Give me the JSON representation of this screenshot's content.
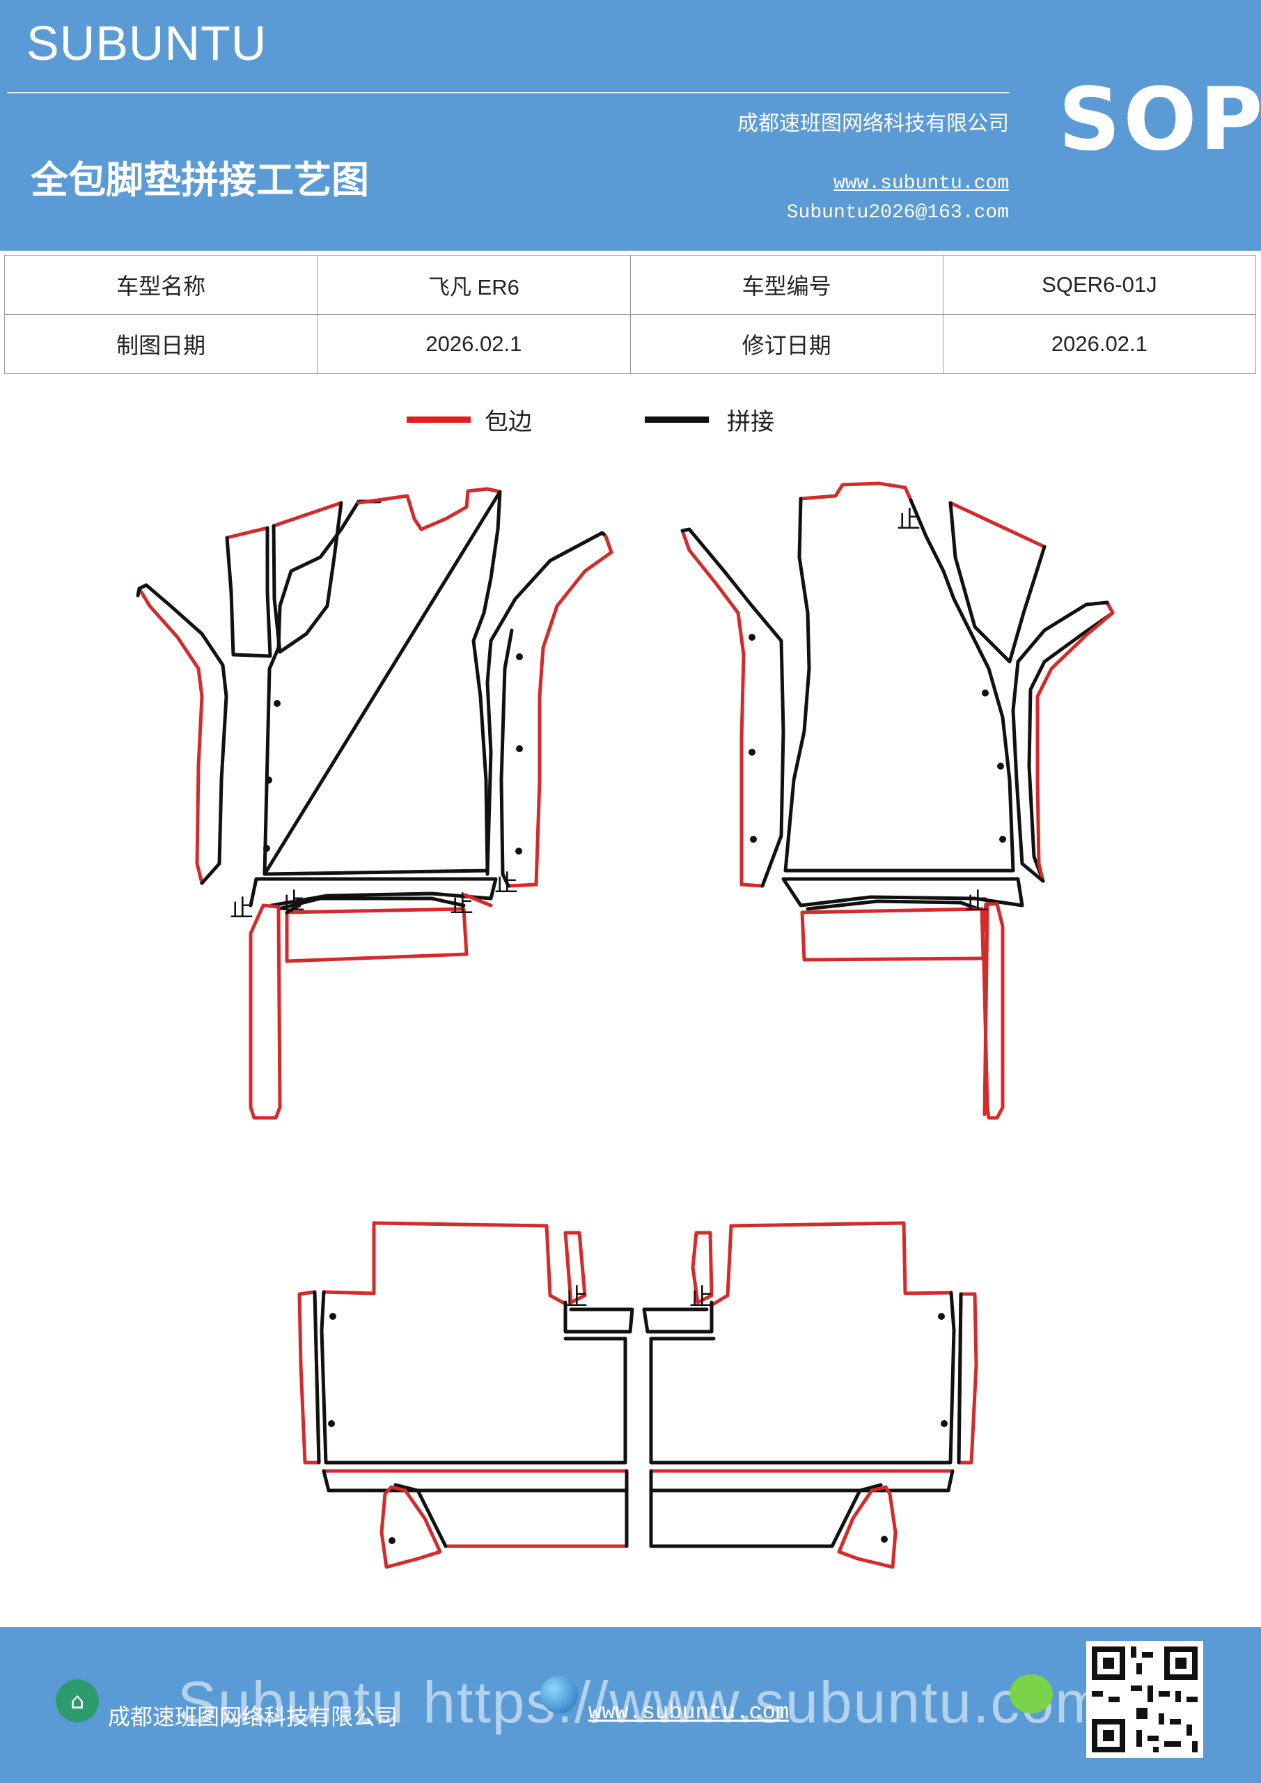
{
  "header": {
    "brand": "SUBUNTU",
    "company": "成都速班图网络科技有限公司",
    "website": "www.subuntu.com",
    "email": "Subuntu2026@163.com",
    "doc_title": "全包脚垫拼接工艺图",
    "badge": "SOP"
  },
  "info_table": {
    "rows": [
      [
        "车型名称",
        "飞凡  ER6",
        "车型编号",
        "SQER6-01J"
      ],
      [
        "制图日期",
        "2026.02.1",
        "修订日期",
        "2026.02.1"
      ]
    ]
  },
  "legend": {
    "items": [
      {
        "label": "包边",
        "color": "#e02020"
      },
      {
        "label": "拼接",
        "color": "#111111"
      }
    ]
  },
  "diagram": {
    "stop_mark": "止",
    "edge_color": "#d42a2a",
    "seam_color": "#111111"
  },
  "footer": {
    "company": "成都速班图网络科技有限公司",
    "website": "www.subuntu.com",
    "watermark": "Subuntu https://www.subuntu.com",
    "icons": [
      "home-icon",
      "globe-icon",
      "wechat-icon",
      "qr-code"
    ]
  }
}
